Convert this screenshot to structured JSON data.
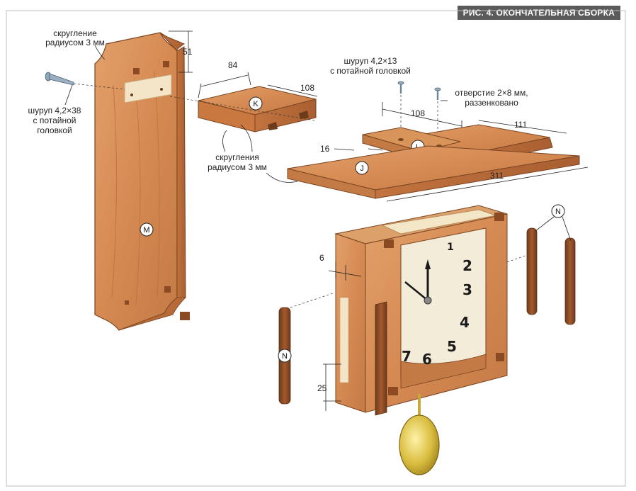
{
  "banner": "РИС. 4. ОКОНЧАТЕЛЬНАЯ СБОРКА",
  "labels": {
    "round_top_1": "скругление",
    "round_top_2": "радиусом 3 мм",
    "screw_big_1": "шуруп 4,2×38",
    "screw_big_2": "с потайной",
    "screw_big_3": "головкой",
    "screw_small_1": "шуруп 4,2×13",
    "screw_small_2": "с потайной головкой",
    "hole_1": "отверстие 2×8 мм,",
    "hole_2": "раззенковано",
    "round_mid_1": "скругления",
    "round_mid_2": "радиусом 3 мм"
  },
  "dimensions": {
    "d51": "51",
    "d84": "84",
    "d108a": "108",
    "d108b": "108",
    "d111": "111",
    "d16": "16",
    "d311": "311",
    "d6": "6",
    "d25": "25"
  },
  "parts": {
    "M": "M",
    "K": "K",
    "L": "L",
    "J": "J",
    "N1": "N",
    "N2": "N"
  },
  "clock_numbers": [
    "1",
    "2",
    "3",
    "4",
    "5",
    "6",
    "7"
  ],
  "colors": {
    "wood": "#d58a52",
    "wood_dark": "#b8693a",
    "wood_light": "#e7a873",
    "dowel": "#8a4a25",
    "face": "#f3ecd9",
    "brass": "#d6b93c",
    "banner": "#5b5b5b"
  }
}
